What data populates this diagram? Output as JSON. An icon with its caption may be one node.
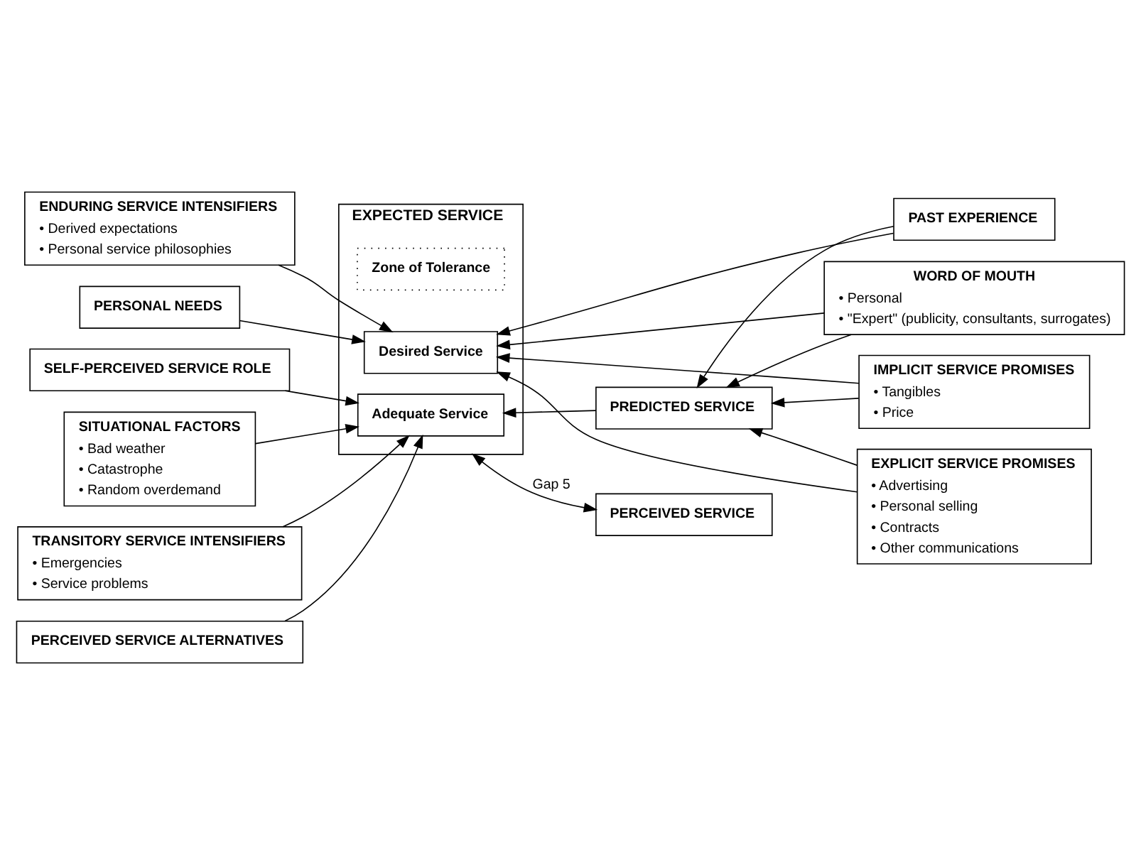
{
  "diagram": {
    "nodes": [
      {
        "text": [
          "ENDURING SERVICE INTENSIFIERS",
          "• Derived expectations",
          "• Personal service philosophies"
        ]
      },
      {
        "text": [
          "PERSONAL NEEDS"
        ]
      },
      {
        "text": [
          "TRANSITORY SERVICE INTENSIFIERS",
          "• Emergencies",
          "• Service problems"
        ]
      },
      {
        "text": [
          "PERCEIVED SERVICE ALTERNATIVES"
        ]
      },
      {
        "text": [
          "SELF-PERCEIVED SERVICE ROLE"
        ]
      },
      {
        "text": [
          "SITUATIONAL FACTORS",
          "• Bad weather",
          "• Catastrophe",
          "• Random overdemand"
        ]
      },
      {
        "text": [
          "EXPECTED SERVICE"
        ]
      },
      {
        "text": [
          "Desired Service"
        ],
        "in": 6
      },
      {
        "text": [
          "Zone of Tolerance"
        ],
        "in": 6
      },
      {
        "text": [
          "Adequate Service"
        ],
        "in": 6
      },
      {
        "text": [
          "EXPLICIT SERVICE PROMISES",
          "• Advertising",
          "• Personal selling",
          "• Contracts",
          "• Other communications"
        ]
      },
      {
        "text": [
          "IMPLICIT SERVICE PROMISES",
          "• Tangibles",
          "• Price"
        ]
      },
      {
        "text": [
          "WORD OF MOUTH",
          "• Personal",
          "• \"Expert\" (publicity, consultants, surrogates)"
        ]
      },
      {
        "text": [
          "PAST EXPERIENCE"
        ]
      },
      {
        "text": [
          "PREDICTED SERVICE"
        ]
      },
      {
        "text": [
          "PERCEIVED SERVICE"
        ]
      }
    ],
    "edges": [
      {
        "from": 0,
        "to": 7,
        "arrow": "to"
      },
      {
        "from": 1,
        "to": 7,
        "arrow": "to"
      },
      {
        "from": 2,
        "to": 9,
        "arrow": "to"
      },
      {
        "from": 3,
        "to": 9,
        "arrow": "to"
      },
      {
        "from": 4,
        "to": 9,
        "arrow": "to"
      },
      {
        "from": 5,
        "to": 9,
        "arrow": "to"
      },
      {
        "from": 10,
        "to": 7,
        "arrow": "to"
      },
      {
        "from": 11,
        "to": 7,
        "arrow": "to"
      },
      {
        "from": 12,
        "to": 7,
        "arrow": "to"
      },
      {
        "from": 13,
        "to": 7,
        "arrow": "to"
      },
      {
        "from": 10,
        "to": 14,
        "arrow": "to"
      },
      {
        "from": 11,
        "to": 14,
        "arrow": "to"
      },
      {
        "from": 12,
        "to": 14,
        "arrow": "to"
      },
      {
        "from": 13,
        "to": 14,
        "arrow": "to"
      },
      {
        "from": 14,
        "to": 9,
        "arrow": "to"
      },
      {
        "from": 6,
        "to": 15,
        "label": "Gap 5",
        "arrow": "both"
      }
    ]
  }
}
